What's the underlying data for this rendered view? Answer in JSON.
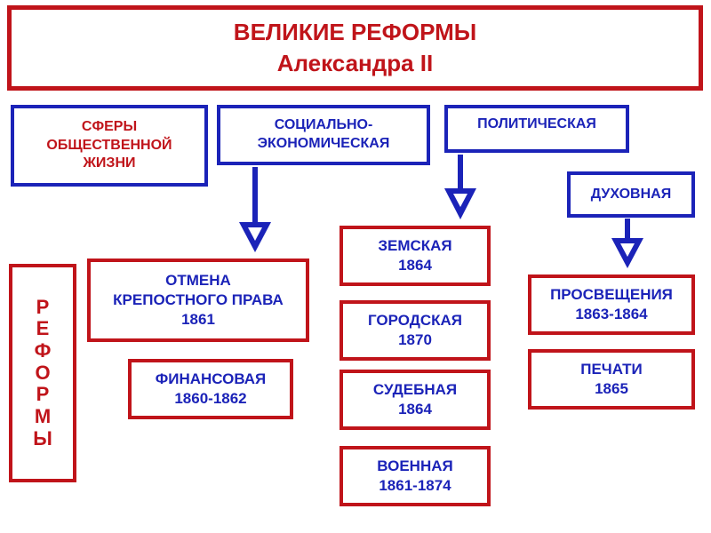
{
  "title": {
    "line1": "ВЕЛИКИЕ РЕФОРМЫ",
    "line2": "Александра II"
  },
  "spheres": {
    "label": [
      "СФЕРЫ",
      "ОБЩЕСТВЕННОЙ",
      "ЖИЗНИ"
    ],
    "social_economic": [
      "СОЦИАЛЬНО-",
      "ЭКОНОМИЧЕСКАЯ"
    ],
    "political": "ПОЛИТИЧЕСКАЯ",
    "spiritual": "ДУХОВНАЯ"
  },
  "reforms_label": [
    "Р",
    "Е",
    "Ф",
    "О",
    "Р",
    "М",
    "Ы"
  ],
  "reforms": {
    "otmena": [
      "ОТМЕНА",
      "КРЕПОСТНОГО ПРАВА",
      "1861"
    ],
    "finance": [
      "ФИНАНСОВАЯ",
      "1860-1862"
    ],
    "zemstvo": [
      "ЗЕМСКАЯ",
      "1864"
    ],
    "city": [
      "ГОРОДСКАЯ",
      "1870"
    ],
    "judicial": [
      "СУДЕБНАЯ",
      "1864"
    ],
    "military": [
      "ВОЕННАЯ",
      "1861-1874"
    ],
    "education": [
      "ПРОСВЕЩЕНИЯ",
      "1863-1864"
    ],
    "press": [
      "ПЕЧАТИ",
      "1865"
    ]
  },
  "colors": {
    "red": "#c0141a",
    "blue": "#1b23b8"
  }
}
